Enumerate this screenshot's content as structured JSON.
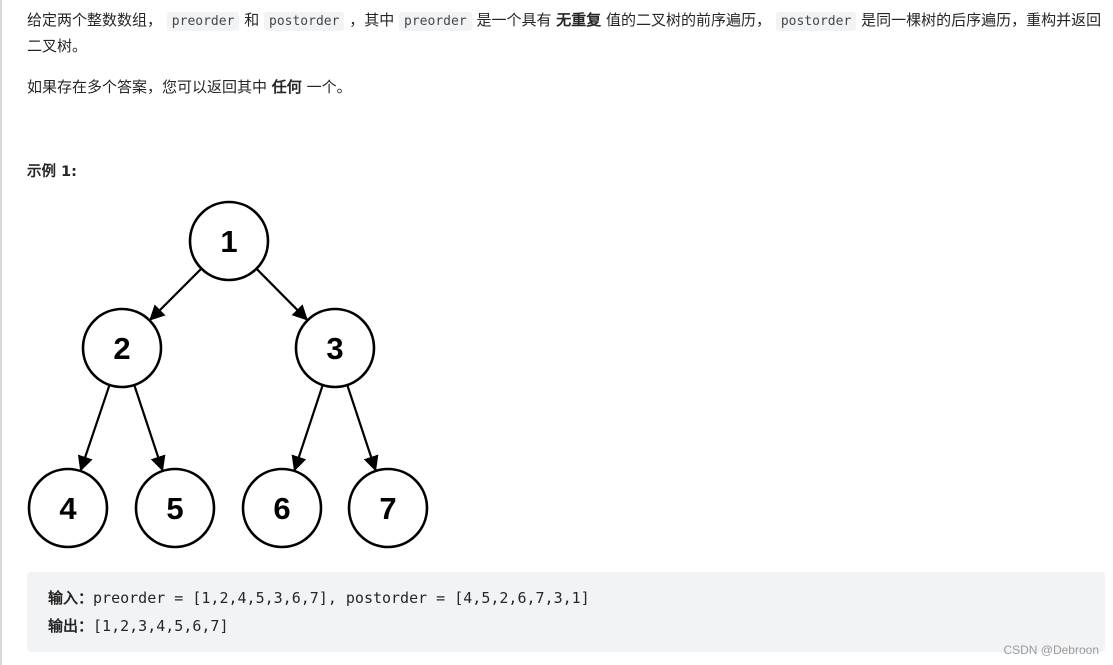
{
  "problem": {
    "para1": {
      "t1": "给定两个整数数组，",
      "code1": "preorder",
      "t2": "和",
      "code2": "postorder",
      "t3": "，其中",
      "code3": "preorder",
      "t4": "是一个具有",
      "b1": "无重复",
      "t5": "值的二叉树的前序遍历，",
      "code4": "postorder",
      "t6": "是同一棵树的后序遍历，重构并返回二叉树。"
    },
    "para2": {
      "t1": "如果存在多个答案，您可以返回其中",
      "b1": "任何",
      "t2": "一个。"
    }
  },
  "example": {
    "title": "示例 1:",
    "tree": {
      "nodes": [
        {
          "id": "1",
          "label": "1"
        },
        {
          "id": "2",
          "label": "2"
        },
        {
          "id": "3",
          "label": "3"
        },
        {
          "id": "4",
          "label": "4"
        },
        {
          "id": "5",
          "label": "5"
        },
        {
          "id": "6",
          "label": "6"
        },
        {
          "id": "7",
          "label": "7"
        }
      ],
      "edges": [
        [
          "1",
          "2"
        ],
        [
          "1",
          "3"
        ],
        [
          "2",
          "4"
        ],
        [
          "2",
          "5"
        ],
        [
          "3",
          "6"
        ],
        [
          "3",
          "7"
        ]
      ]
    },
    "input_label": "输入：",
    "input_value": "preorder = [1,2,4,5,3,6,7], postorder = [4,5,2,6,7,3,1]",
    "output_label": "输出：",
    "output_value": "[1,2,3,4,5,6,7]"
  },
  "watermark": "CSDN @Debroon"
}
